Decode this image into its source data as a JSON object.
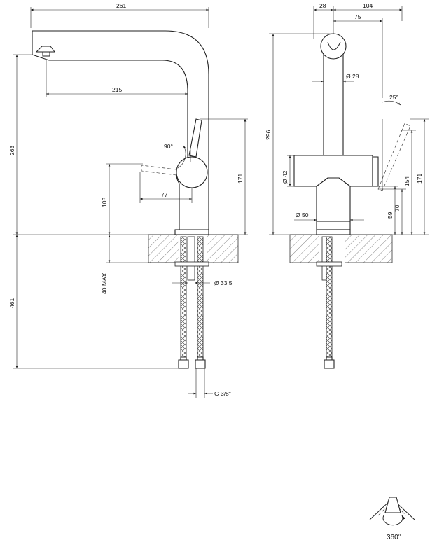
{
  "left_view": {
    "dims": {
      "width_total": "261",
      "spout_reach": "215",
      "lever_angle": "90°",
      "lever_reach": "77",
      "height_total": "263",
      "lever_height": "171",
      "lever_axis_height": "103",
      "deck_thickness": "40 MAX",
      "hose_length": "461",
      "shank_diameter": "Ø 33.5",
      "thread": "G 3/8\""
    }
  },
  "side_view": {
    "dims": {
      "top_offset": "28",
      "depth_total": "104",
      "spout_offset": "75",
      "spout_diameter": "Ø 28",
      "lever_angle": "25°",
      "height_total": "296",
      "body_diameter": "Ø 42",
      "base_diameter": "Ø 50",
      "lever_height_max": "171",
      "lever_height_mid": "154",
      "lever_height_low": "70",
      "base_height": "59"
    }
  },
  "rotation": {
    "label": "360°"
  }
}
